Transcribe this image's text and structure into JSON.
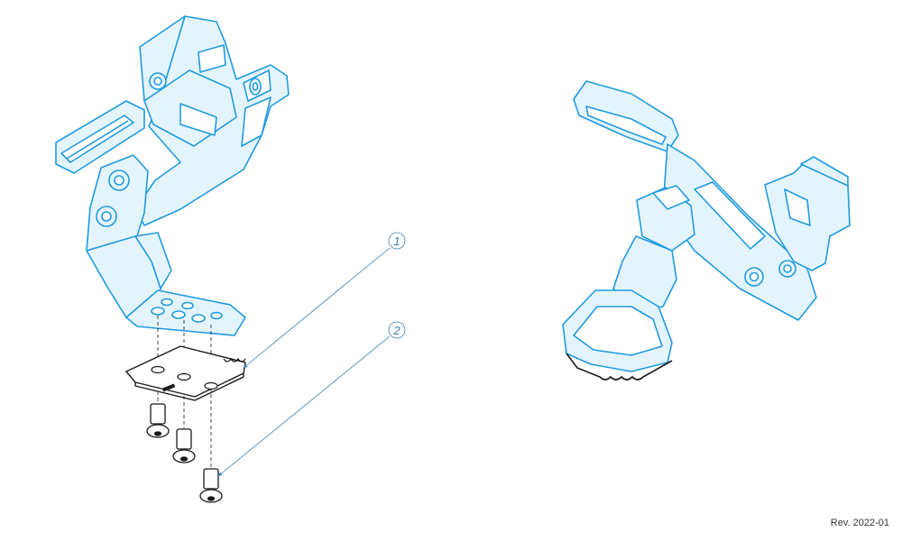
{
  "revision": "Rev. 2022-01",
  "callouts": [
    {
      "number": "1",
      "part": "plate"
    },
    {
      "number": "2",
      "part": "bolt"
    }
  ],
  "colors": {
    "outline": "#1f9be0",
    "fill": "#e4f4fd",
    "dark": "#1a1a1a",
    "callout": "#3a7fb5",
    "background": "#ffffff"
  }
}
